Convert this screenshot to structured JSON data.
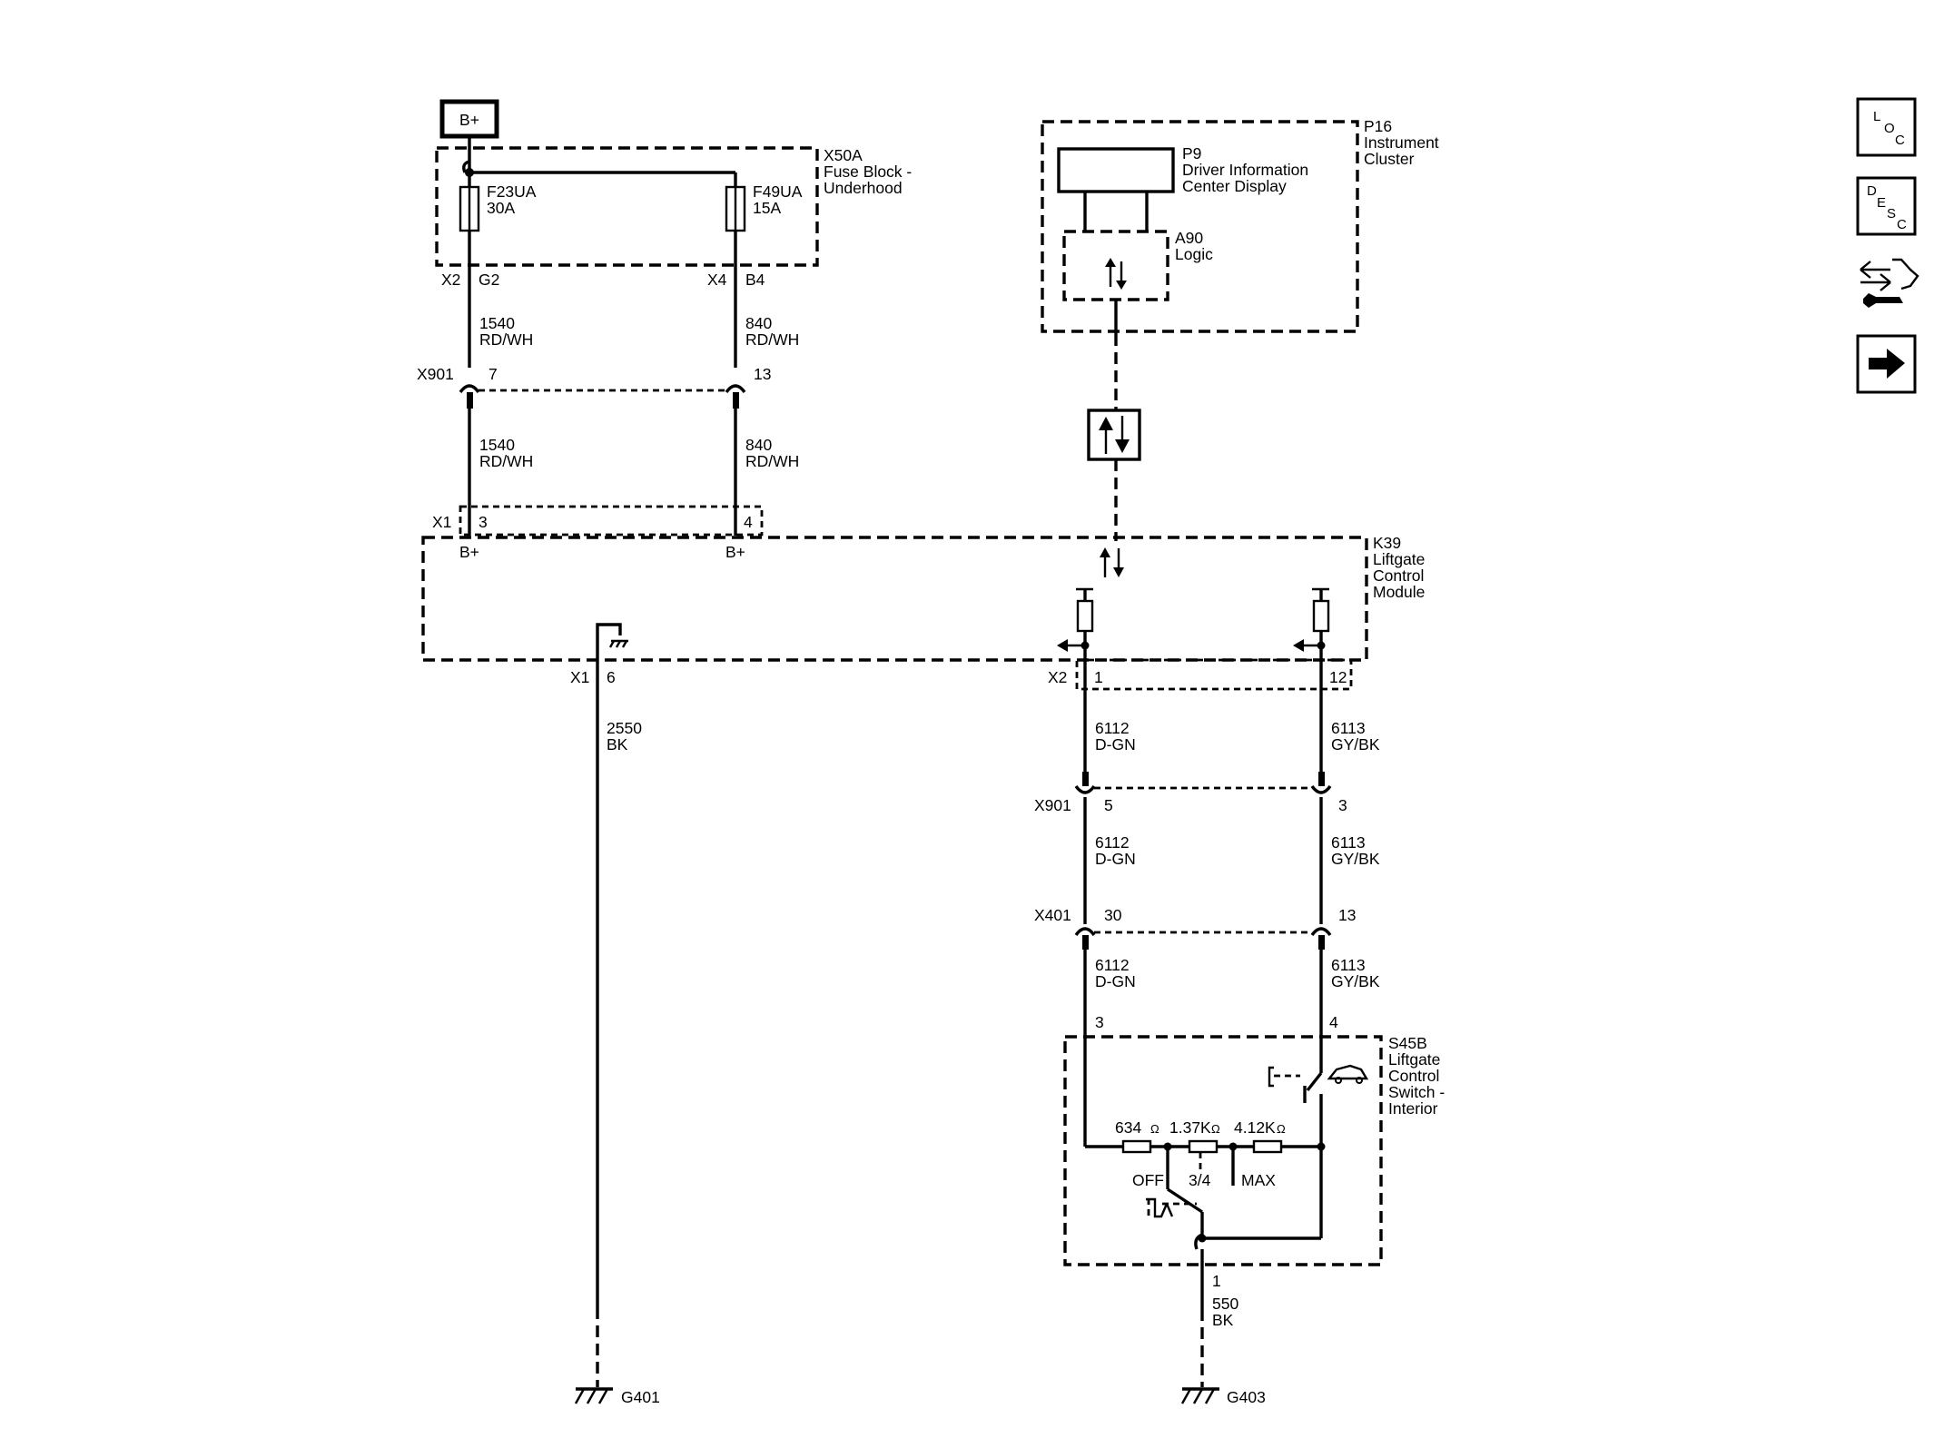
{
  "power": {
    "label": "B+"
  },
  "fuse_block": {
    "ref": "X50A",
    "name_1": "Fuse Block -",
    "name_2": "Underhood"
  },
  "fuses": [
    {
      "id": "F23UA",
      "rating": "30A",
      "connector": "X2",
      "pin": "G2"
    },
    {
      "id": "F49UA",
      "rating": "15A",
      "connector": "X4",
      "pin": "B4"
    }
  ],
  "wires": {
    "w1540": {
      "num": "1540",
      "color": "RD/WH"
    },
    "w840": {
      "num": "840",
      "color": "RD/WH"
    },
    "w2550": {
      "num": "2550",
      "color": "BK"
    },
    "w6112": {
      "num": "6112",
      "color": "D-GN"
    },
    "w6113": {
      "num": "6113",
      "color": "GY/BK"
    },
    "w550": {
      "num": "550",
      "color": "BK"
    }
  },
  "inline_x901": {
    "ref": "X901",
    "pin_a": "7",
    "pin_b": "13",
    "pin_c": "5",
    "pin_d": "3"
  },
  "inline_x401": {
    "ref": "X401",
    "pin_a": "30",
    "pin_b": "13"
  },
  "module_k39": {
    "ref": "K39",
    "name_1": "Liftgate",
    "name_2": "Control",
    "name_3": "Module",
    "x1": "X1",
    "x1_pin_3": "3",
    "x1_pin_4": "4",
    "bplus": "B+",
    "x1_pin_6": "6",
    "x2": "X2",
    "x2_pin_1": "1",
    "x2_pin_12": "12"
  },
  "cluster": {
    "ref": "P16",
    "name_1": "Instrument",
    "name_2": "Cluster",
    "display_ref": "P9",
    "display_1": "Driver Information",
    "display_2": "Center Display",
    "logic_ref": "A90",
    "logic_name": "Logic"
  },
  "switch": {
    "ref": "S45B",
    "name_1": "Liftgate",
    "name_2": "Control",
    "name_3": "Switch -",
    "name_4": "Interior",
    "pin_3": "3",
    "pin_4": "4",
    "pin_1": "1",
    "res_1": "634",
    "res_2": "1.37K",
    "res_3": "4.12K",
    "ohm": "Ω",
    "pos_off": "OFF",
    "pos_34": "3/4",
    "pos_max": "MAX"
  },
  "grounds": {
    "g401": "G401",
    "g403": "G403"
  },
  "side_buttons": {
    "loc": [
      "L",
      "O",
      "C"
    ],
    "desc": [
      "D",
      "E",
      "S",
      "C"
    ]
  }
}
